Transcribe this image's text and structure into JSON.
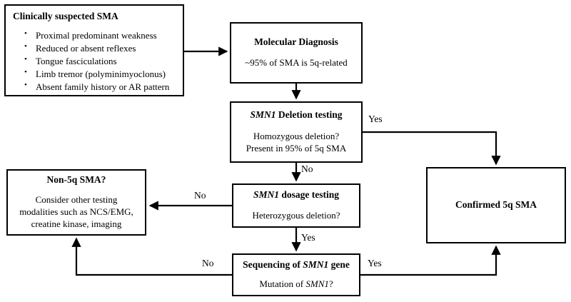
{
  "diagram": {
    "title": "SMA diagnostic algorithm flowchart",
    "colors": {
      "line": "#000000",
      "background": "#ffffff",
      "text": "#000000"
    },
    "nodes": {
      "clinical": {
        "title": "Clinically suspected SMA",
        "items": [
          "Proximal predominant weakness",
          "Reduced or absent reflexes",
          "Tongue fasciculations",
          "Limb tremor (polyminimyoclonus)",
          "Absent family history or AR pattern"
        ]
      },
      "molecular": {
        "title": "Molecular Diagnosis",
        "sub": "~95% of SMA is 5q-related"
      },
      "deletion": {
        "title_gene": "SMN1",
        "title_rest": " Deletion testing",
        "sub_line1": "Homozygous deletion?",
        "sub_line2": "Present in 95% of 5q SMA"
      },
      "dosage": {
        "title_gene": "SMN1",
        "title_rest": " dosage testing",
        "sub": "Heterozygous deletion?"
      },
      "sequencing": {
        "title_pre": "Sequencing of ",
        "title_gene": "SMN1",
        "title_post": " gene",
        "sub_pre": "Mutation of ",
        "sub_gene": "SMN1",
        "sub_post": "?"
      },
      "non5q": {
        "title": "Non-5q SMA?",
        "sub_line1": "Consider other testing",
        "sub_line2": "modalities such as  NCS/EMG,",
        "sub_line3": "creatine kinase, imaging"
      },
      "confirmed": {
        "title": "Confirmed 5q SMA"
      }
    },
    "edge_labels": {
      "deletion_yes": "Yes",
      "deletion_no": "No",
      "dosage_no": "No",
      "dosage_yes": "Yes",
      "sequencing_no": "No",
      "sequencing_yes": "Yes"
    }
  }
}
